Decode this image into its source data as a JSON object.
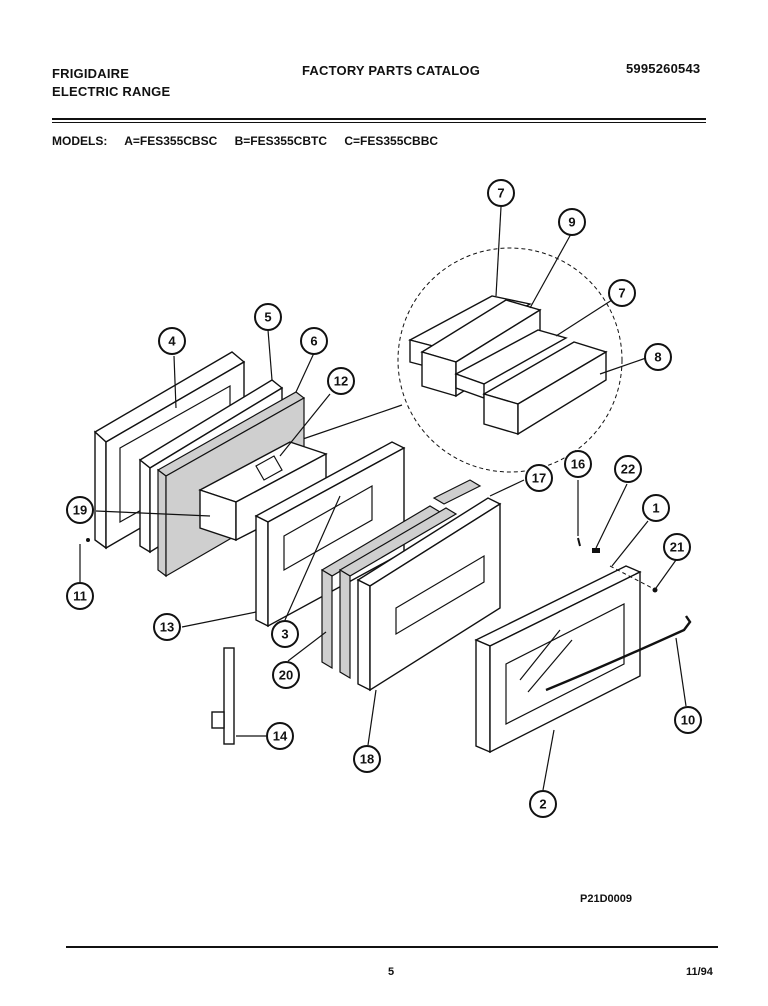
{
  "header": {
    "brand": "FRIGIDAIRE",
    "product": "ELECTRIC RANGE",
    "catalog_title": "FACTORY PARTS CATALOG",
    "catalog_number": "5995260543"
  },
  "models": {
    "label": "MODELS:",
    "items": [
      "A=FES355CBSC",
      "B=FES355CBTC",
      "C=FES355CBBC"
    ]
  },
  "diagram": {
    "drawing_id": "P21D0009",
    "callouts": [
      "7",
      "9",
      "7",
      "8",
      "5",
      "6",
      "4",
      "12",
      "17",
      "16",
      "22",
      "1",
      "21",
      "19",
      "11",
      "13",
      "3",
      "20",
      "10",
      "14",
      "18",
      "2"
    ]
  },
  "footer": {
    "page_number": "5",
    "date": "11/94"
  }
}
